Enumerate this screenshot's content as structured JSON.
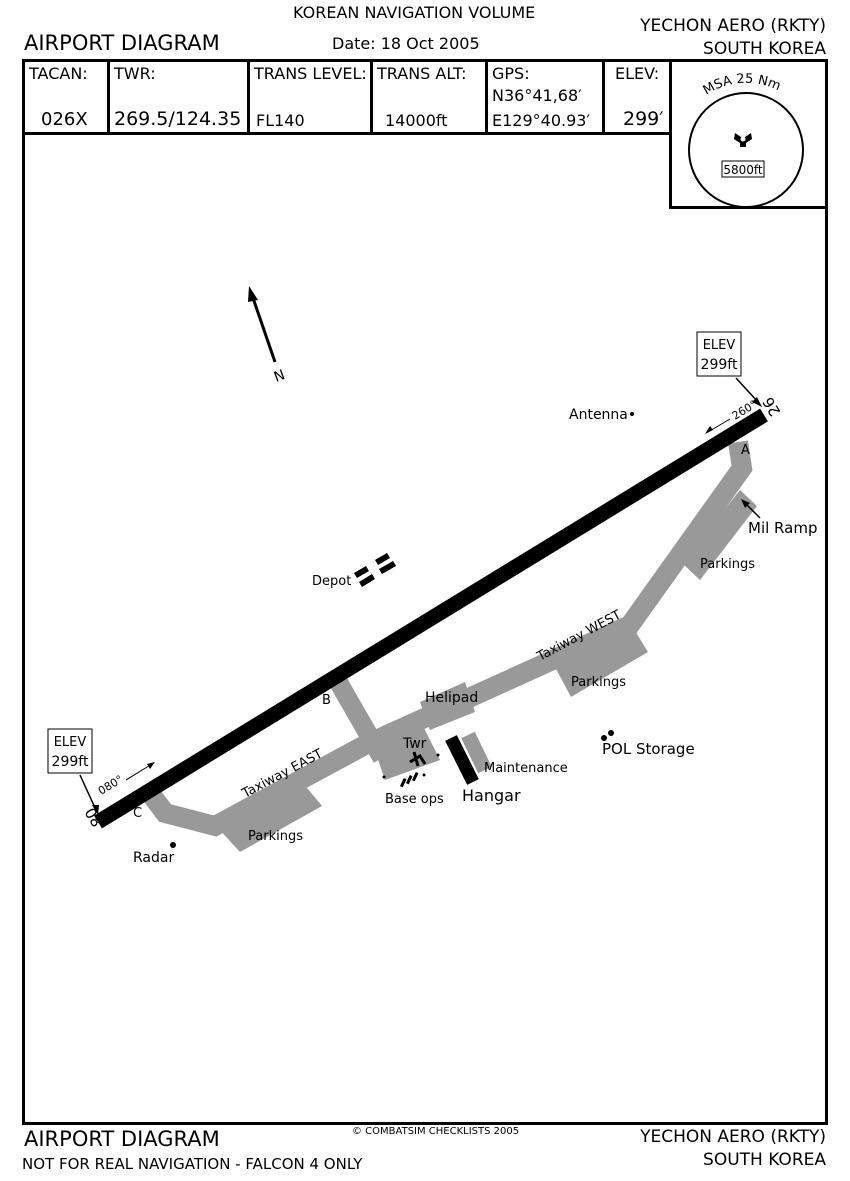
{
  "header": {
    "volume": "KOREAN NAVIGATION VOLUME",
    "title": "AIRPORT DIAGRAM",
    "date": "Date: 18 Oct 2005",
    "airport": "YECHON AERO (RKTY)",
    "country": "SOUTH KOREA"
  },
  "info": {
    "tacan_label": "TACAN:",
    "tacan": "026X",
    "twr_label": "TWR:",
    "twr": "269.5/124.35",
    "trans_level_label": "TRANS LEVEL:",
    "trans_level": "FL140",
    "trans_alt_label": "TRANS ALT:",
    "trans_alt": "14000ft",
    "gps_label": "GPS:",
    "gps_n": "N36°41,68′",
    "gps_e": "E129°40.93′",
    "elev_label": "ELEV:",
    "elev": "299′"
  },
  "msa": {
    "label": "MSA 25 Nm",
    "altitude": "5800ft"
  },
  "diagram": {
    "north": "N",
    "elev_box_1": [
      "ELEV",
      "299ft"
    ],
    "elev_box_2": [
      "ELEV",
      "299ft"
    ],
    "rwy_08": "08",
    "rwy_26": "26",
    "hdg_080": "080°",
    "hdg_260": "260°",
    "labels": {
      "antenna": "Antenna",
      "a": "A",
      "mil_ramp": "Mil Ramp",
      "parkings_1": "Parkings",
      "parkings_2": "Parkings",
      "parkings_3": "Parkings",
      "taxiway_west": "Taxiway WEST",
      "taxiway_east": "Taxiway EAST",
      "depot": "Depot",
      "b": "B",
      "c": "C",
      "helipad": "Helipad",
      "twr": "Twr",
      "maintenance": "Maintenance",
      "pol": "POL Storage",
      "base_ops": "Base ops",
      "hangar": "Hangar",
      "radar": "Radar"
    }
  },
  "footer": {
    "title": "AIRPORT DIAGRAM",
    "disclaimer": "NOT FOR REAL NAVIGATION - FALCON 4 ONLY",
    "copyright": "© COMBATSIM CHECKLISTS 2005",
    "airport": "YECHON AERO (RKTY)",
    "country": "SOUTH KOREA"
  }
}
